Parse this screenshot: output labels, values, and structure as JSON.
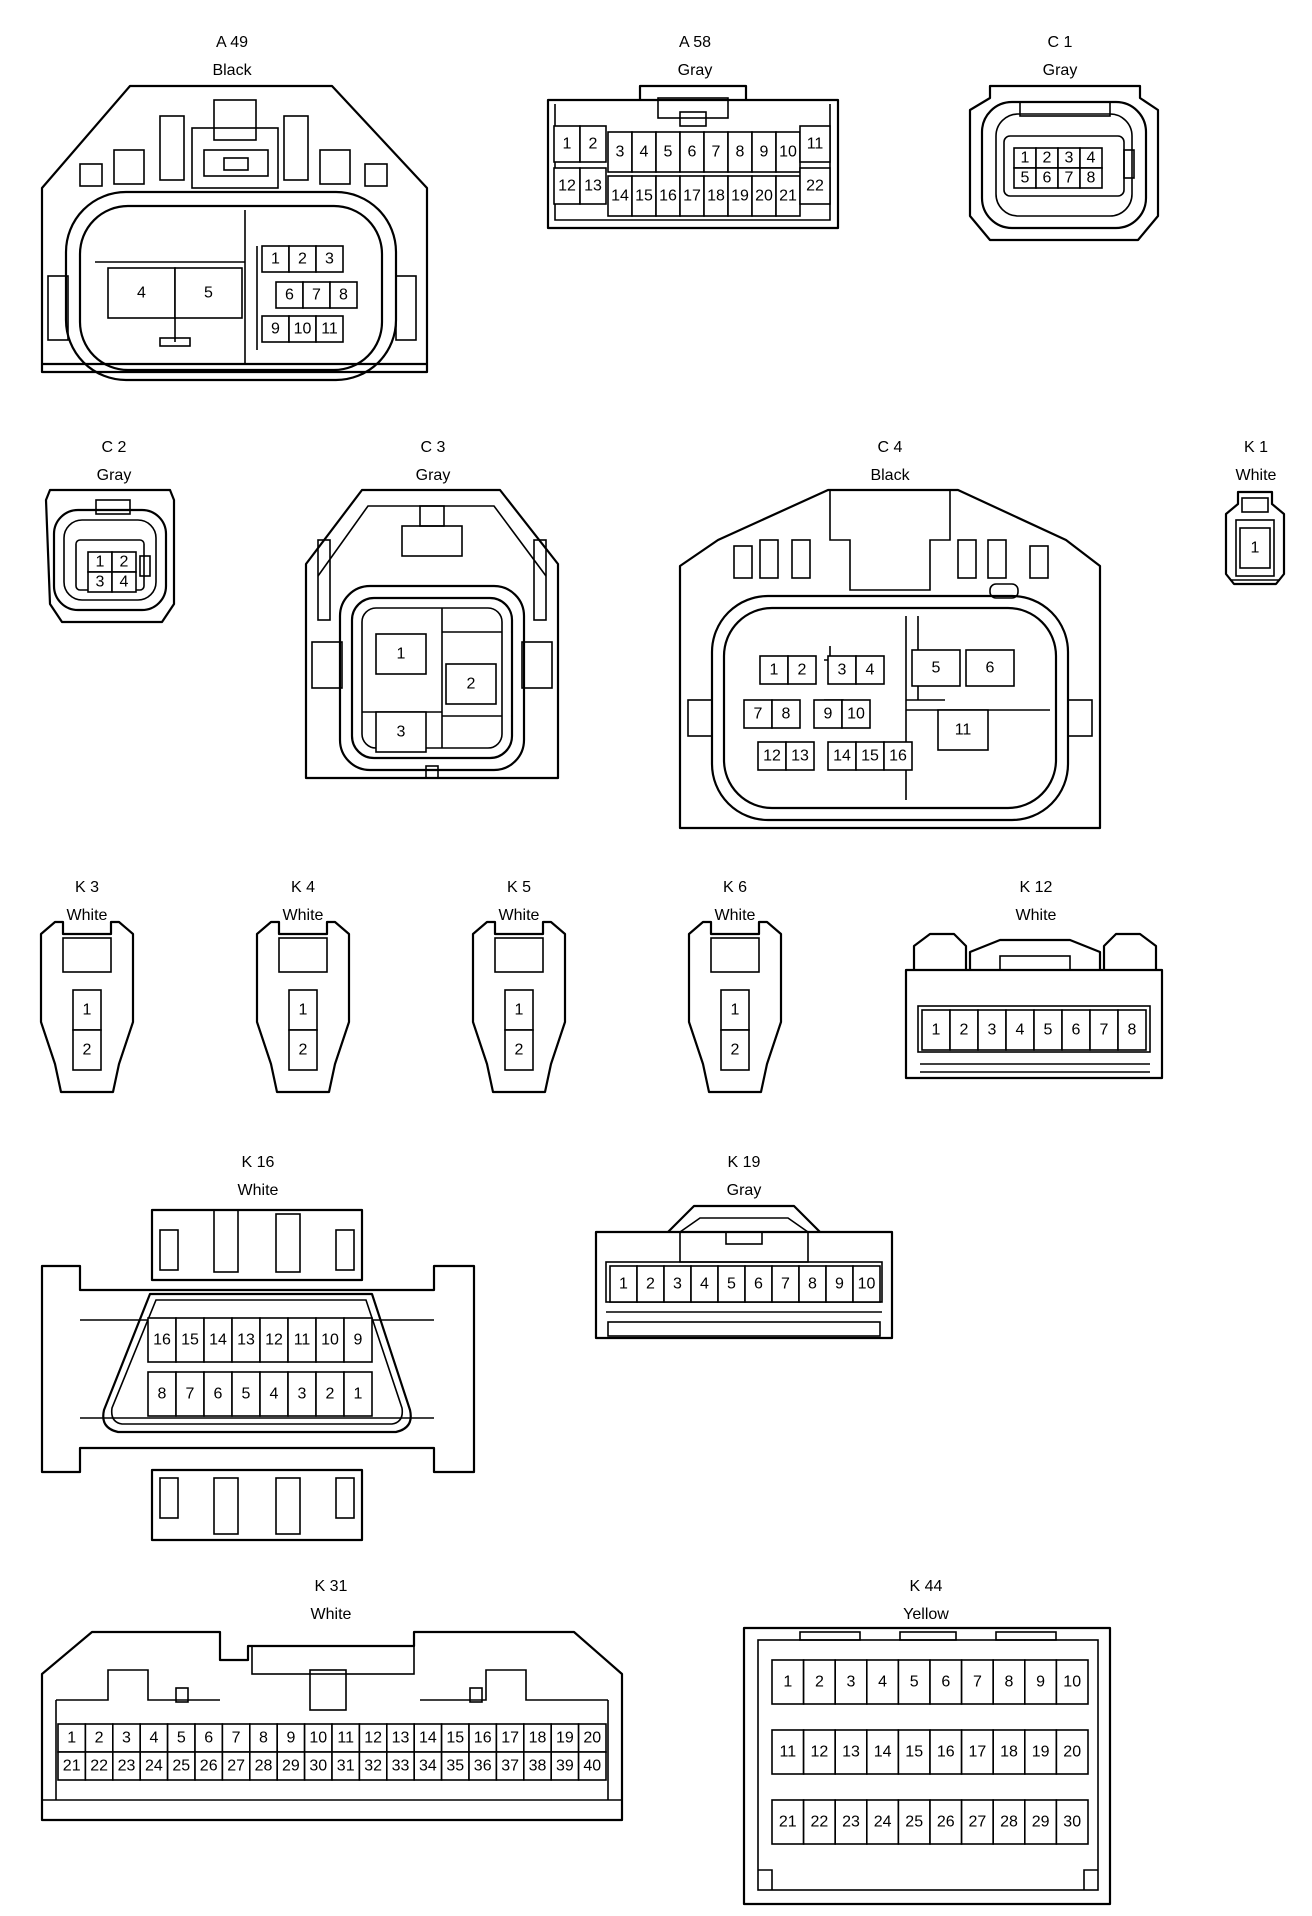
{
  "connectors": [
    {
      "id": "A49",
      "code": "A 49",
      "color": "Black",
      "pins": [
        "1",
        "2",
        "3",
        "4",
        "5",
        "6",
        "7",
        "8",
        "9",
        "10",
        "11"
      ]
    },
    {
      "id": "A58",
      "code": "A 58",
      "color": "Gray",
      "pins": [
        "1",
        "2",
        "3",
        "4",
        "5",
        "6",
        "7",
        "8",
        "9",
        "10",
        "11",
        "12",
        "13",
        "14",
        "15",
        "16",
        "17",
        "18",
        "19",
        "20",
        "21",
        "22"
      ]
    },
    {
      "id": "C1",
      "code": "C 1",
      "color": "Gray",
      "pins": [
        "1",
        "2",
        "3",
        "4",
        "5",
        "6",
        "7",
        "8"
      ]
    },
    {
      "id": "C2",
      "code": "C 2",
      "color": "Gray",
      "pins": [
        "1",
        "2",
        "3",
        "4"
      ]
    },
    {
      "id": "C3",
      "code": "C 3",
      "color": "Gray",
      "pins": [
        "1",
        "2",
        "3"
      ]
    },
    {
      "id": "C4",
      "code": "C 4",
      "color": "Black",
      "pins": [
        "1",
        "2",
        "3",
        "4",
        "5",
        "6",
        "7",
        "8",
        "9",
        "10",
        "11",
        "12",
        "13",
        "14",
        "15",
        "16"
      ]
    },
    {
      "id": "K1",
      "code": "K 1",
      "color": "White",
      "pins": [
        "1"
      ]
    },
    {
      "id": "K3",
      "code": "K 3",
      "color": "White",
      "pins": [
        "1",
        "2"
      ]
    },
    {
      "id": "K4",
      "code": "K 4",
      "color": "White",
      "pins": [
        "1",
        "2"
      ]
    },
    {
      "id": "K5",
      "code": "K 5",
      "color": "White",
      "pins": [
        "1",
        "2"
      ]
    },
    {
      "id": "K6",
      "code": "K 6",
      "color": "White",
      "pins": [
        "1",
        "2"
      ]
    },
    {
      "id": "K12",
      "code": "K 12",
      "color": "White",
      "pins": [
        "1",
        "2",
        "3",
        "4",
        "5",
        "6",
        "7",
        "8"
      ]
    },
    {
      "id": "K16",
      "code": "K 16",
      "color": "White",
      "pins": [
        "16",
        "15",
        "14",
        "13",
        "12",
        "11",
        "10",
        "9",
        "8",
        "7",
        "6",
        "5",
        "4",
        "3",
        "2",
        "1"
      ]
    },
    {
      "id": "K19",
      "code": "K 19",
      "color": "Gray",
      "pins": [
        "1",
        "2",
        "3",
        "4",
        "5",
        "6",
        "7",
        "8",
        "9",
        "10"
      ]
    },
    {
      "id": "K31",
      "code": "K 31",
      "color": "White",
      "pins": [
        "1",
        "2",
        "3",
        "4",
        "5",
        "6",
        "7",
        "8",
        "9",
        "10",
        "11",
        "12",
        "13",
        "14",
        "15",
        "16",
        "17",
        "18",
        "19",
        "20",
        "21",
        "22",
        "23",
        "24",
        "25",
        "26",
        "27",
        "28",
        "29",
        "30",
        "31",
        "32",
        "33",
        "34",
        "35",
        "36",
        "37",
        "38",
        "39",
        "40"
      ]
    },
    {
      "id": "K44",
      "code": "K 44",
      "color": "Yellow",
      "pins": [
        "1",
        "2",
        "3",
        "4",
        "5",
        "6",
        "7",
        "8",
        "9",
        "10",
        "11",
        "12",
        "13",
        "14",
        "15",
        "16",
        "17",
        "18",
        "19",
        "20",
        "21",
        "22",
        "23",
        "24",
        "25",
        "26",
        "27",
        "28",
        "29",
        "30"
      ]
    }
  ]
}
